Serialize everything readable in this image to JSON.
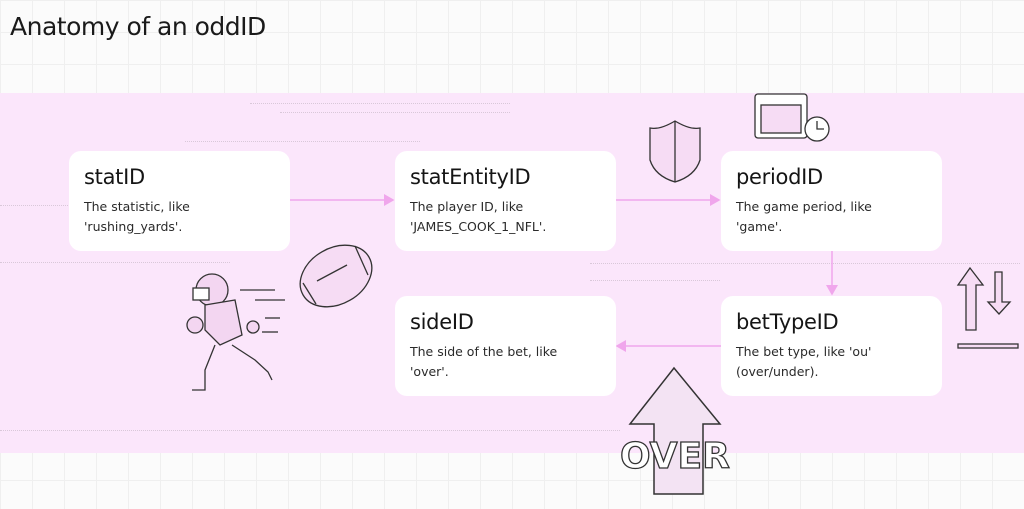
{
  "title": "Anatomy of an oddID",
  "cards": [
    {
      "name": "statID",
      "desc": "The statistic, like 'rushing_yards'."
    },
    {
      "name": "statEntityID",
      "desc": "The player ID, like 'JAMES_COOK_1_NFL'."
    },
    {
      "name": "periodID",
      "desc": "The game period, like 'game'."
    },
    {
      "name": "betTypeID",
      "desc": "The bet type, like 'ou' (over/under)."
    },
    {
      "name": "sideID",
      "desc": "The side of the bet, like 'over'."
    }
  ],
  "illustration_text": "OVER",
  "colors": {
    "band": "#fbe6fb",
    "arrow": "#f0a6ec"
  }
}
